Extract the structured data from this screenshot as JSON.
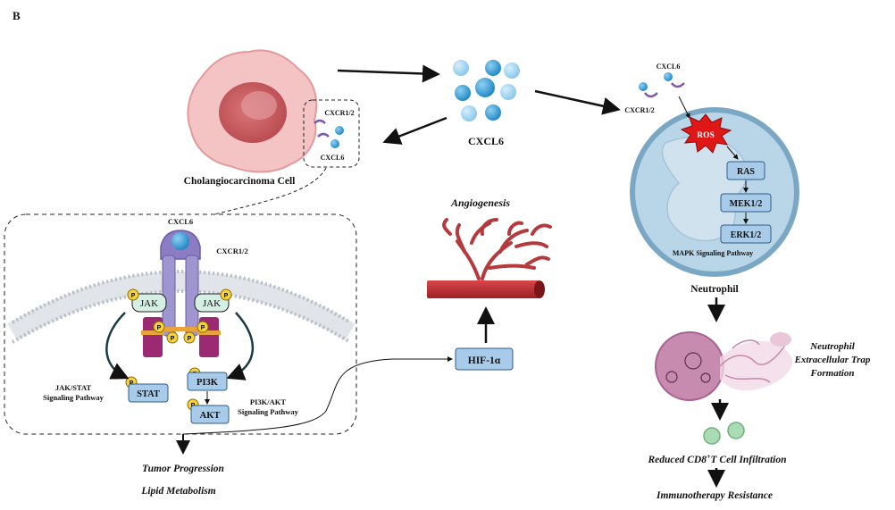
{
  "panel_label": "B",
  "tumor_cell": {
    "label": "Cholangiocarcinoma Cell",
    "receptor_label": "CXCR1/2",
    "ligand_label": "CXCL6"
  },
  "secreted": {
    "label": "CXCL6"
  },
  "zoom_box": {
    "ligand_label": "CXCL6",
    "receptor_label": "CXCR1/2",
    "jak_left": "JAK",
    "jak_right": "JAK",
    "phospho": "P",
    "stat": "STAT",
    "pi3k": "PI3K",
    "akt": "AKT",
    "jak_stat_pathway": [
      "JAK/STAT",
      "Signaling Pathway"
    ],
    "pi3k_akt_pathway": [
      "PI3K/AKT",
      "Signaling Pathway"
    ]
  },
  "outcomes_tumor": [
    "Tumor Progression",
    "Lipid Metabolism"
  ],
  "angiogenesis": {
    "label": "Angiogenesis",
    "hif": "HIF-1α"
  },
  "neutrophil": {
    "ligand_label": "CXCL6",
    "receptor_label": "CXCR1/2",
    "ros": "ROS",
    "ras": "RAS",
    "mek": "MEK1/2",
    "erk": "ERK1/2",
    "pathway": "MAPK Signaling Pathway",
    "label": "Neutrophil"
  },
  "net": {
    "label": [
      "Neutrophil",
      "Extracellular Trap",
      "Formation"
    ]
  },
  "cd8": {
    "label_prefix": "Reduced CD8",
    "label_sup": "+",
    "label_suffix": "T Cell Infiltration"
  },
  "resistance": {
    "label": "Immunotherapy Resistance"
  }
}
